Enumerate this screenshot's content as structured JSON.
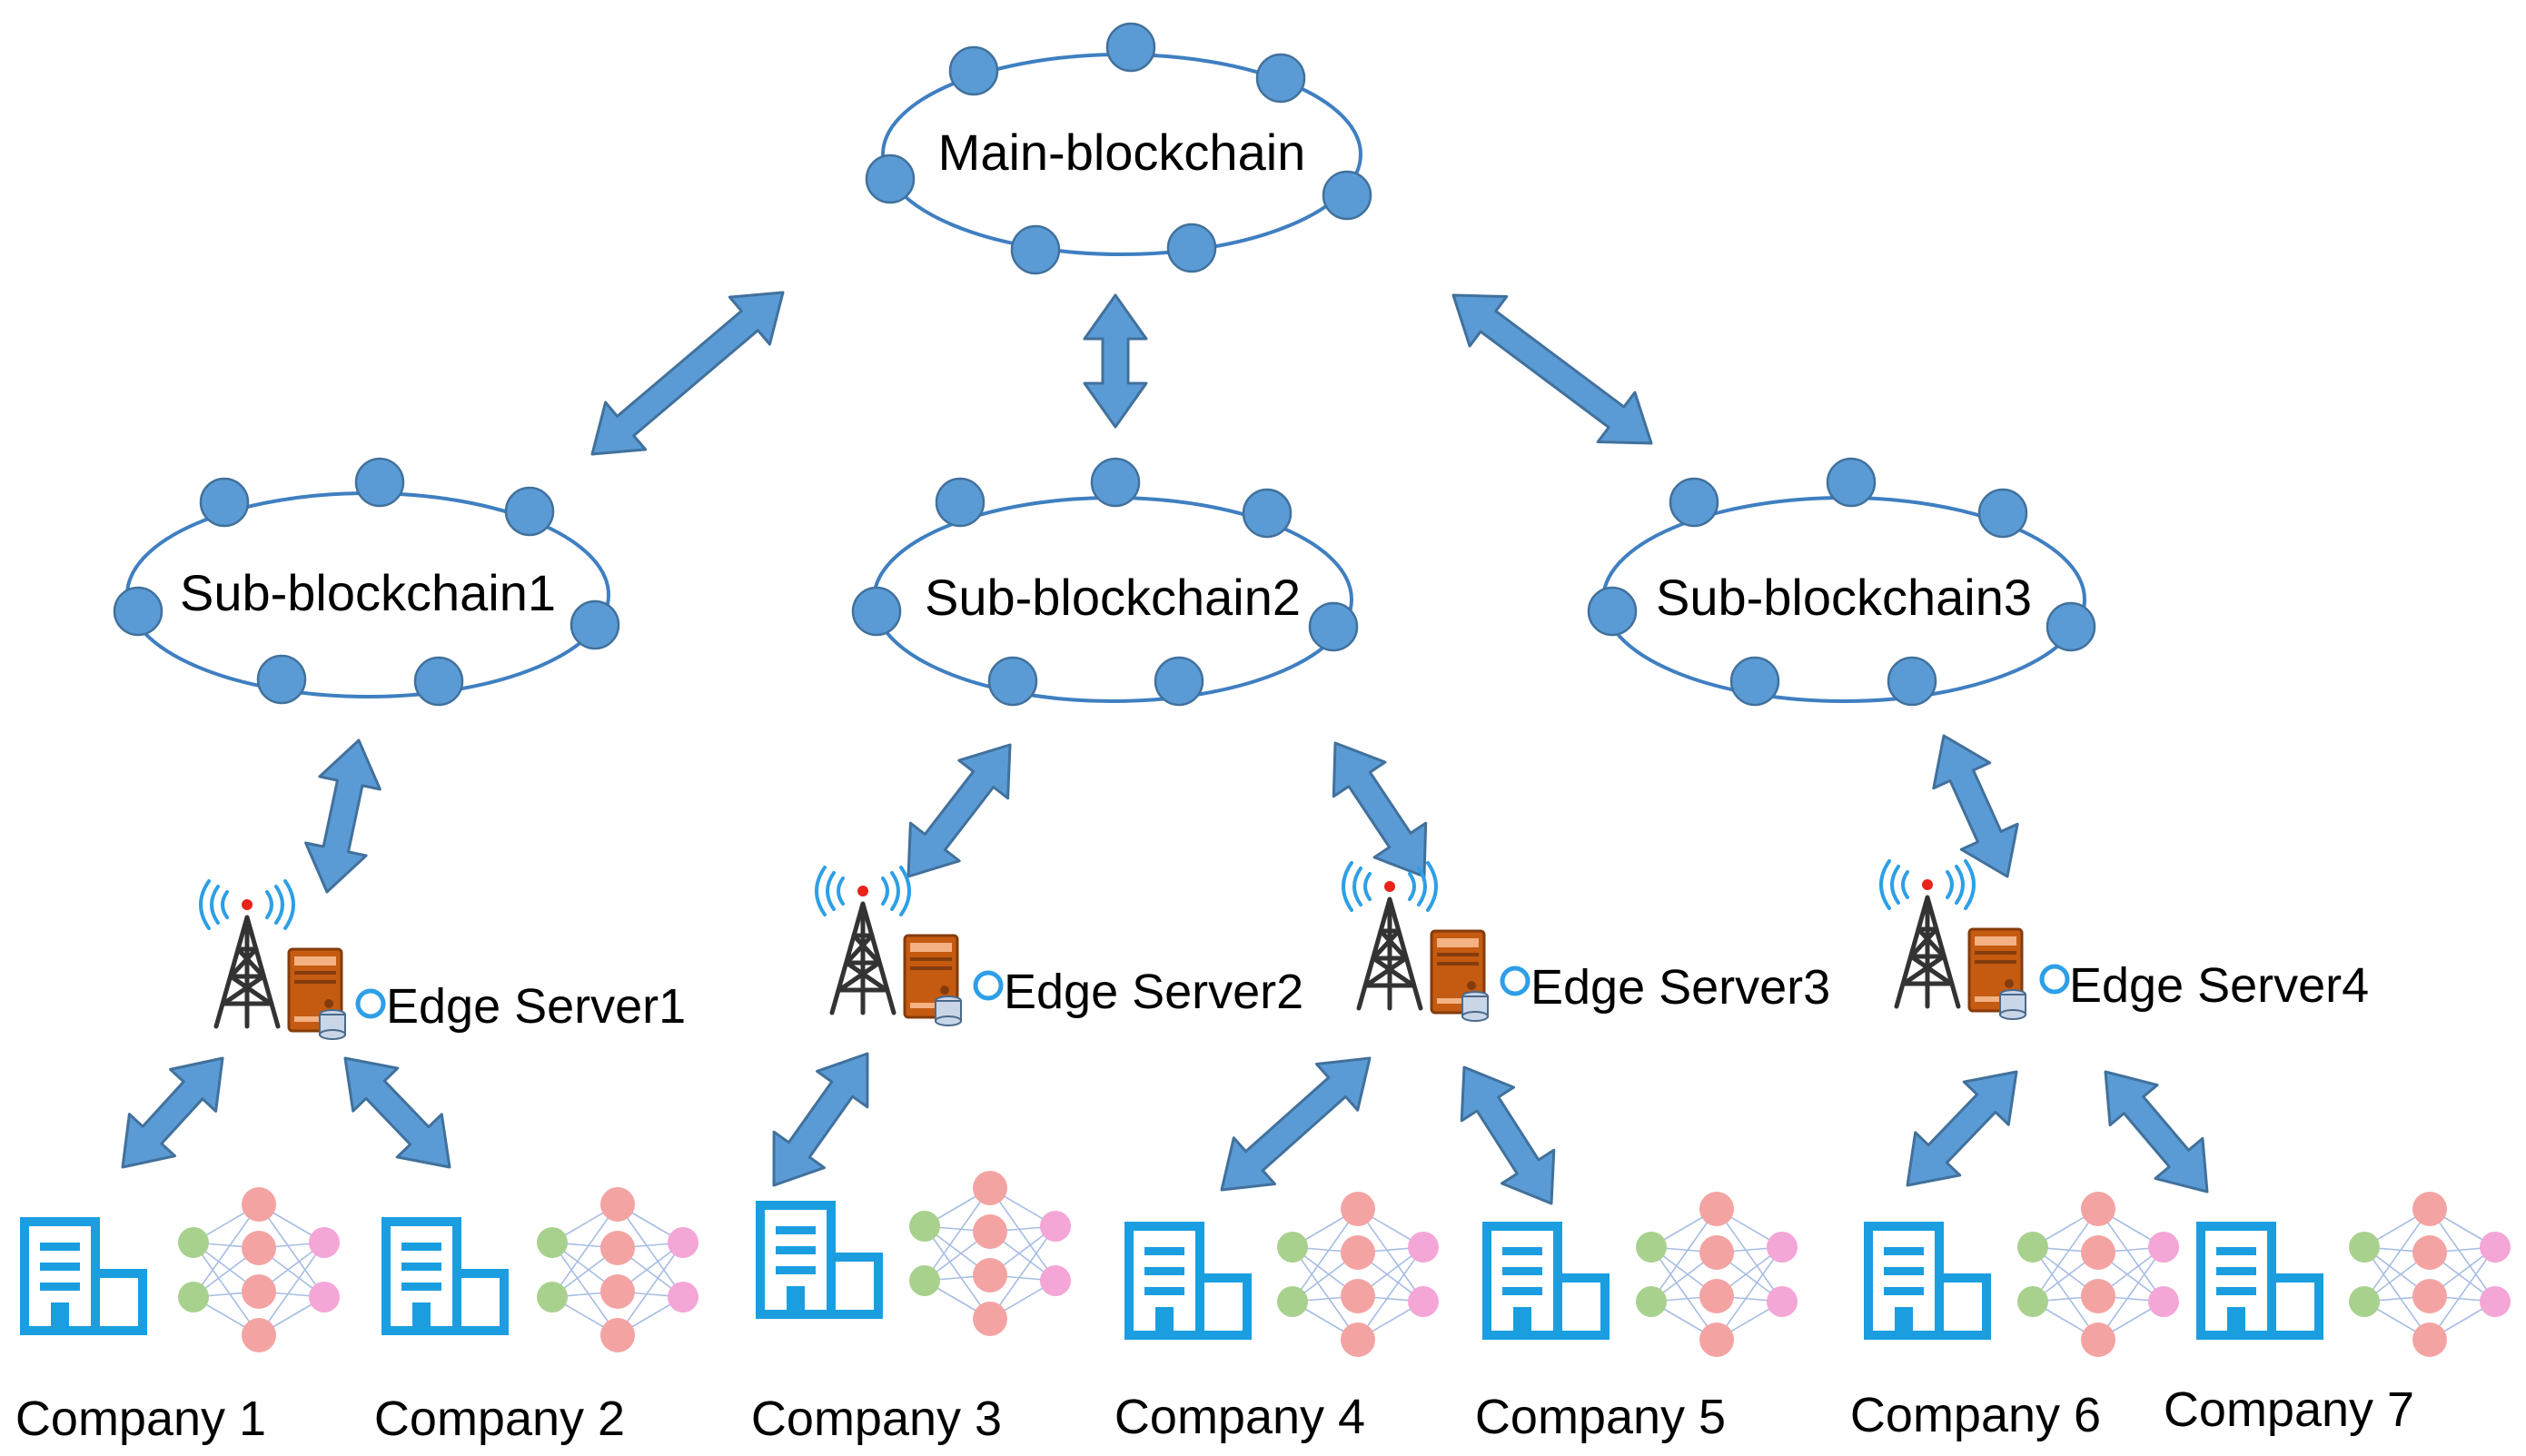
{
  "main_chain": {
    "label": "Main-blockchain"
  },
  "sub_chains": [
    {
      "label": "Sub-blockchain1"
    },
    {
      "label": "Sub-blockchain2"
    },
    {
      "label": "Sub-blockchain3"
    }
  ],
  "edge_servers": [
    {
      "label": "Edge Server1"
    },
    {
      "label": "Edge Server2"
    },
    {
      "label": "Edge Server3"
    },
    {
      "label": "Edge Server4"
    }
  ],
  "companies": [
    {
      "label": "Company 1"
    },
    {
      "label": "Company 2"
    },
    {
      "label": "Company 3"
    },
    {
      "label": "Company 4"
    },
    {
      "label": "Company 5"
    },
    {
      "label": "Company 6"
    },
    {
      "label": "Company 7"
    }
  ],
  "colors": {
    "chain_node": "#5b9bd5",
    "chain_ring": "#3f7fc1",
    "arrow": "#5b9bd5",
    "building": "#1b9ee0",
    "nn_input": "#a9d18e",
    "nn_hidden": "#f4a3a3",
    "nn_output": "#f4a6d7",
    "server": "#c55a11"
  },
  "icons": {
    "chain_node": "circle-node-icon",
    "edge_server": "cell-tower-server-icon",
    "company": "building-icon",
    "model": "neural-network-icon"
  }
}
